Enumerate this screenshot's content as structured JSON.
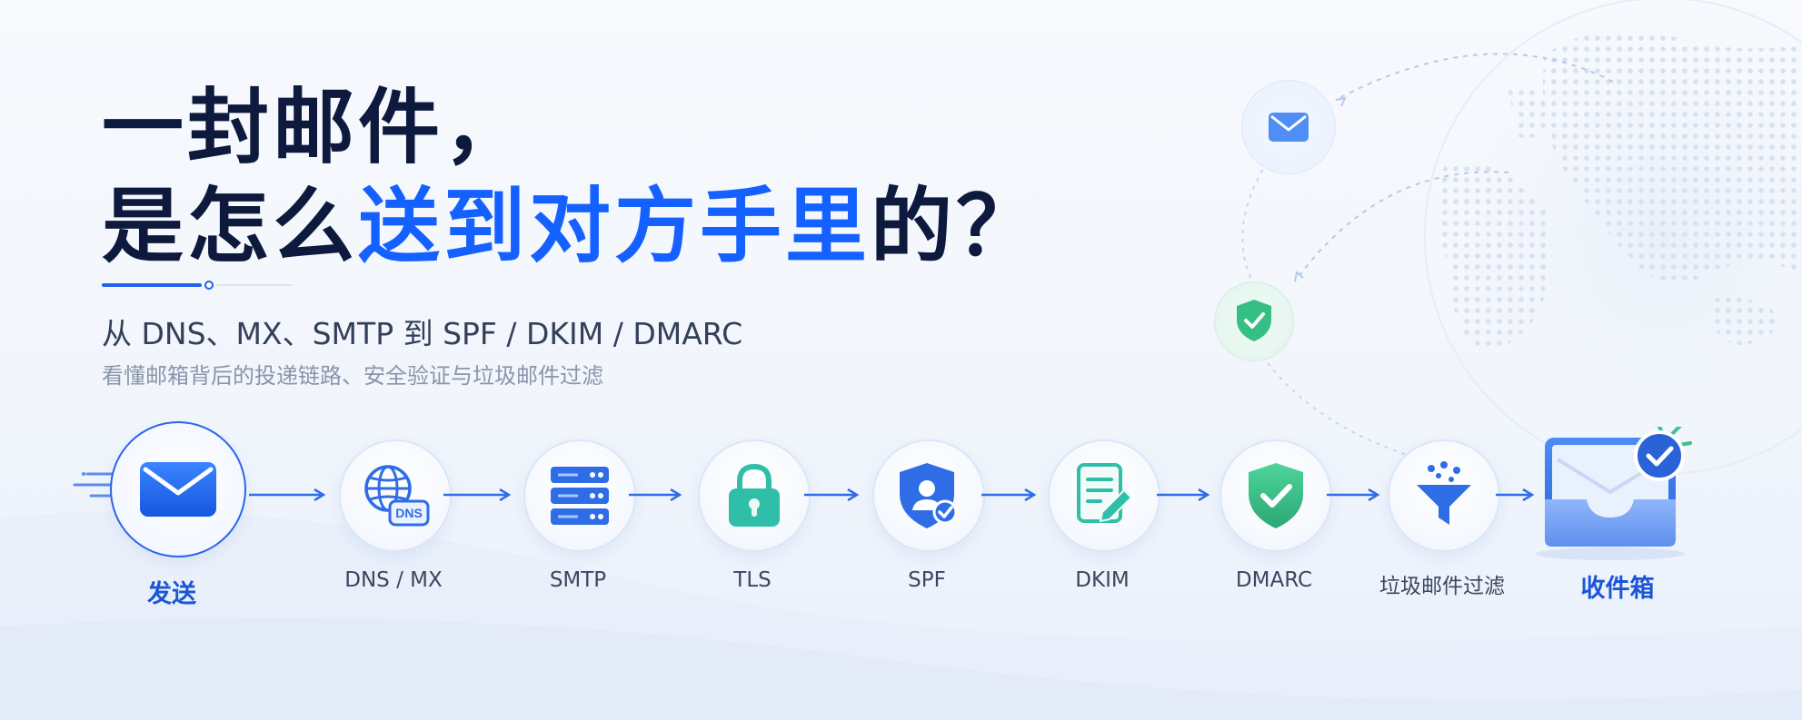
{
  "hero": {
    "title_line1": "一封邮件，",
    "title_line2_prefix": "是怎么",
    "title_line2_highlight": "送到对方手里",
    "title_line2_suffix": "的？",
    "subtitle": "从 DNS、MX、SMTP 到 SPF / DKIM / DMARC",
    "caption": "看懂邮箱背后的投递链路、安全验证与垃圾邮件过滤"
  },
  "flow": {
    "steps": [
      {
        "id": "send",
        "label": "发送",
        "icon": "mail-icon"
      },
      {
        "id": "dns-mx",
        "label": "DNS / MX",
        "icon": "globe-dns-icon",
        "badge": "DNS"
      },
      {
        "id": "smtp",
        "label": "SMTP",
        "icon": "server-icon"
      },
      {
        "id": "tls",
        "label": "TLS",
        "icon": "lock-icon"
      },
      {
        "id": "spf",
        "label": "SPF",
        "icon": "shield-user-icon"
      },
      {
        "id": "dkim",
        "label": "DKIM",
        "icon": "document-sign-icon"
      },
      {
        "id": "dmarc",
        "label": "DMARC",
        "icon": "shield-check-icon"
      },
      {
        "id": "spam-filter",
        "label": "垃圾邮件过滤",
        "icon": "funnel-icon"
      },
      {
        "id": "inbox",
        "label": "收件箱",
        "icon": "inbox-check-icon"
      }
    ]
  },
  "decor": {
    "floating": [
      "mail-icon",
      "shield-check-icon"
    ],
    "background": "world-globe-dots"
  },
  "colors": {
    "accent": "#1461ff",
    "title": "#0e1a3d",
    "success": "#3fc28a",
    "tls": "#2fbfa8",
    "text_muted": "#8a95aa"
  }
}
